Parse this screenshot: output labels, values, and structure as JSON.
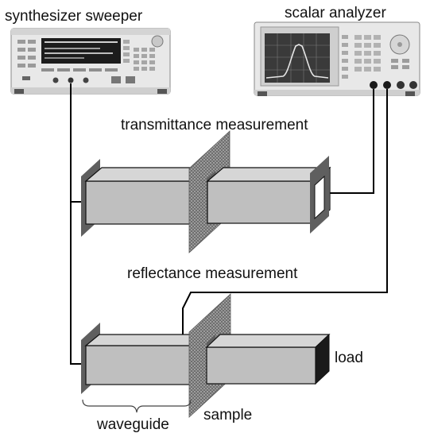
{
  "labels": {
    "synthesizer": "synthesizer sweeper",
    "analyzer": "scalar analyzer",
    "transmittance": "transmittance measurement",
    "reflectance": "reflectance measurement",
    "load": "load",
    "waveguide": "waveguide",
    "sample": "sample"
  },
  "colors": {
    "waveguide_face": "#bfbfbf",
    "flange": "#5f5f5f",
    "sample": "#6e6e6e",
    "load": "#1a1a1a",
    "wire": "#000000",
    "instrument_body": "#e6e6e6",
    "analyzer_screen": "#3a3a3a"
  },
  "icons": {
    "synthesizer": "signal-generator-instrument",
    "analyzer": "scalar-network-analyzer-instrument"
  }
}
